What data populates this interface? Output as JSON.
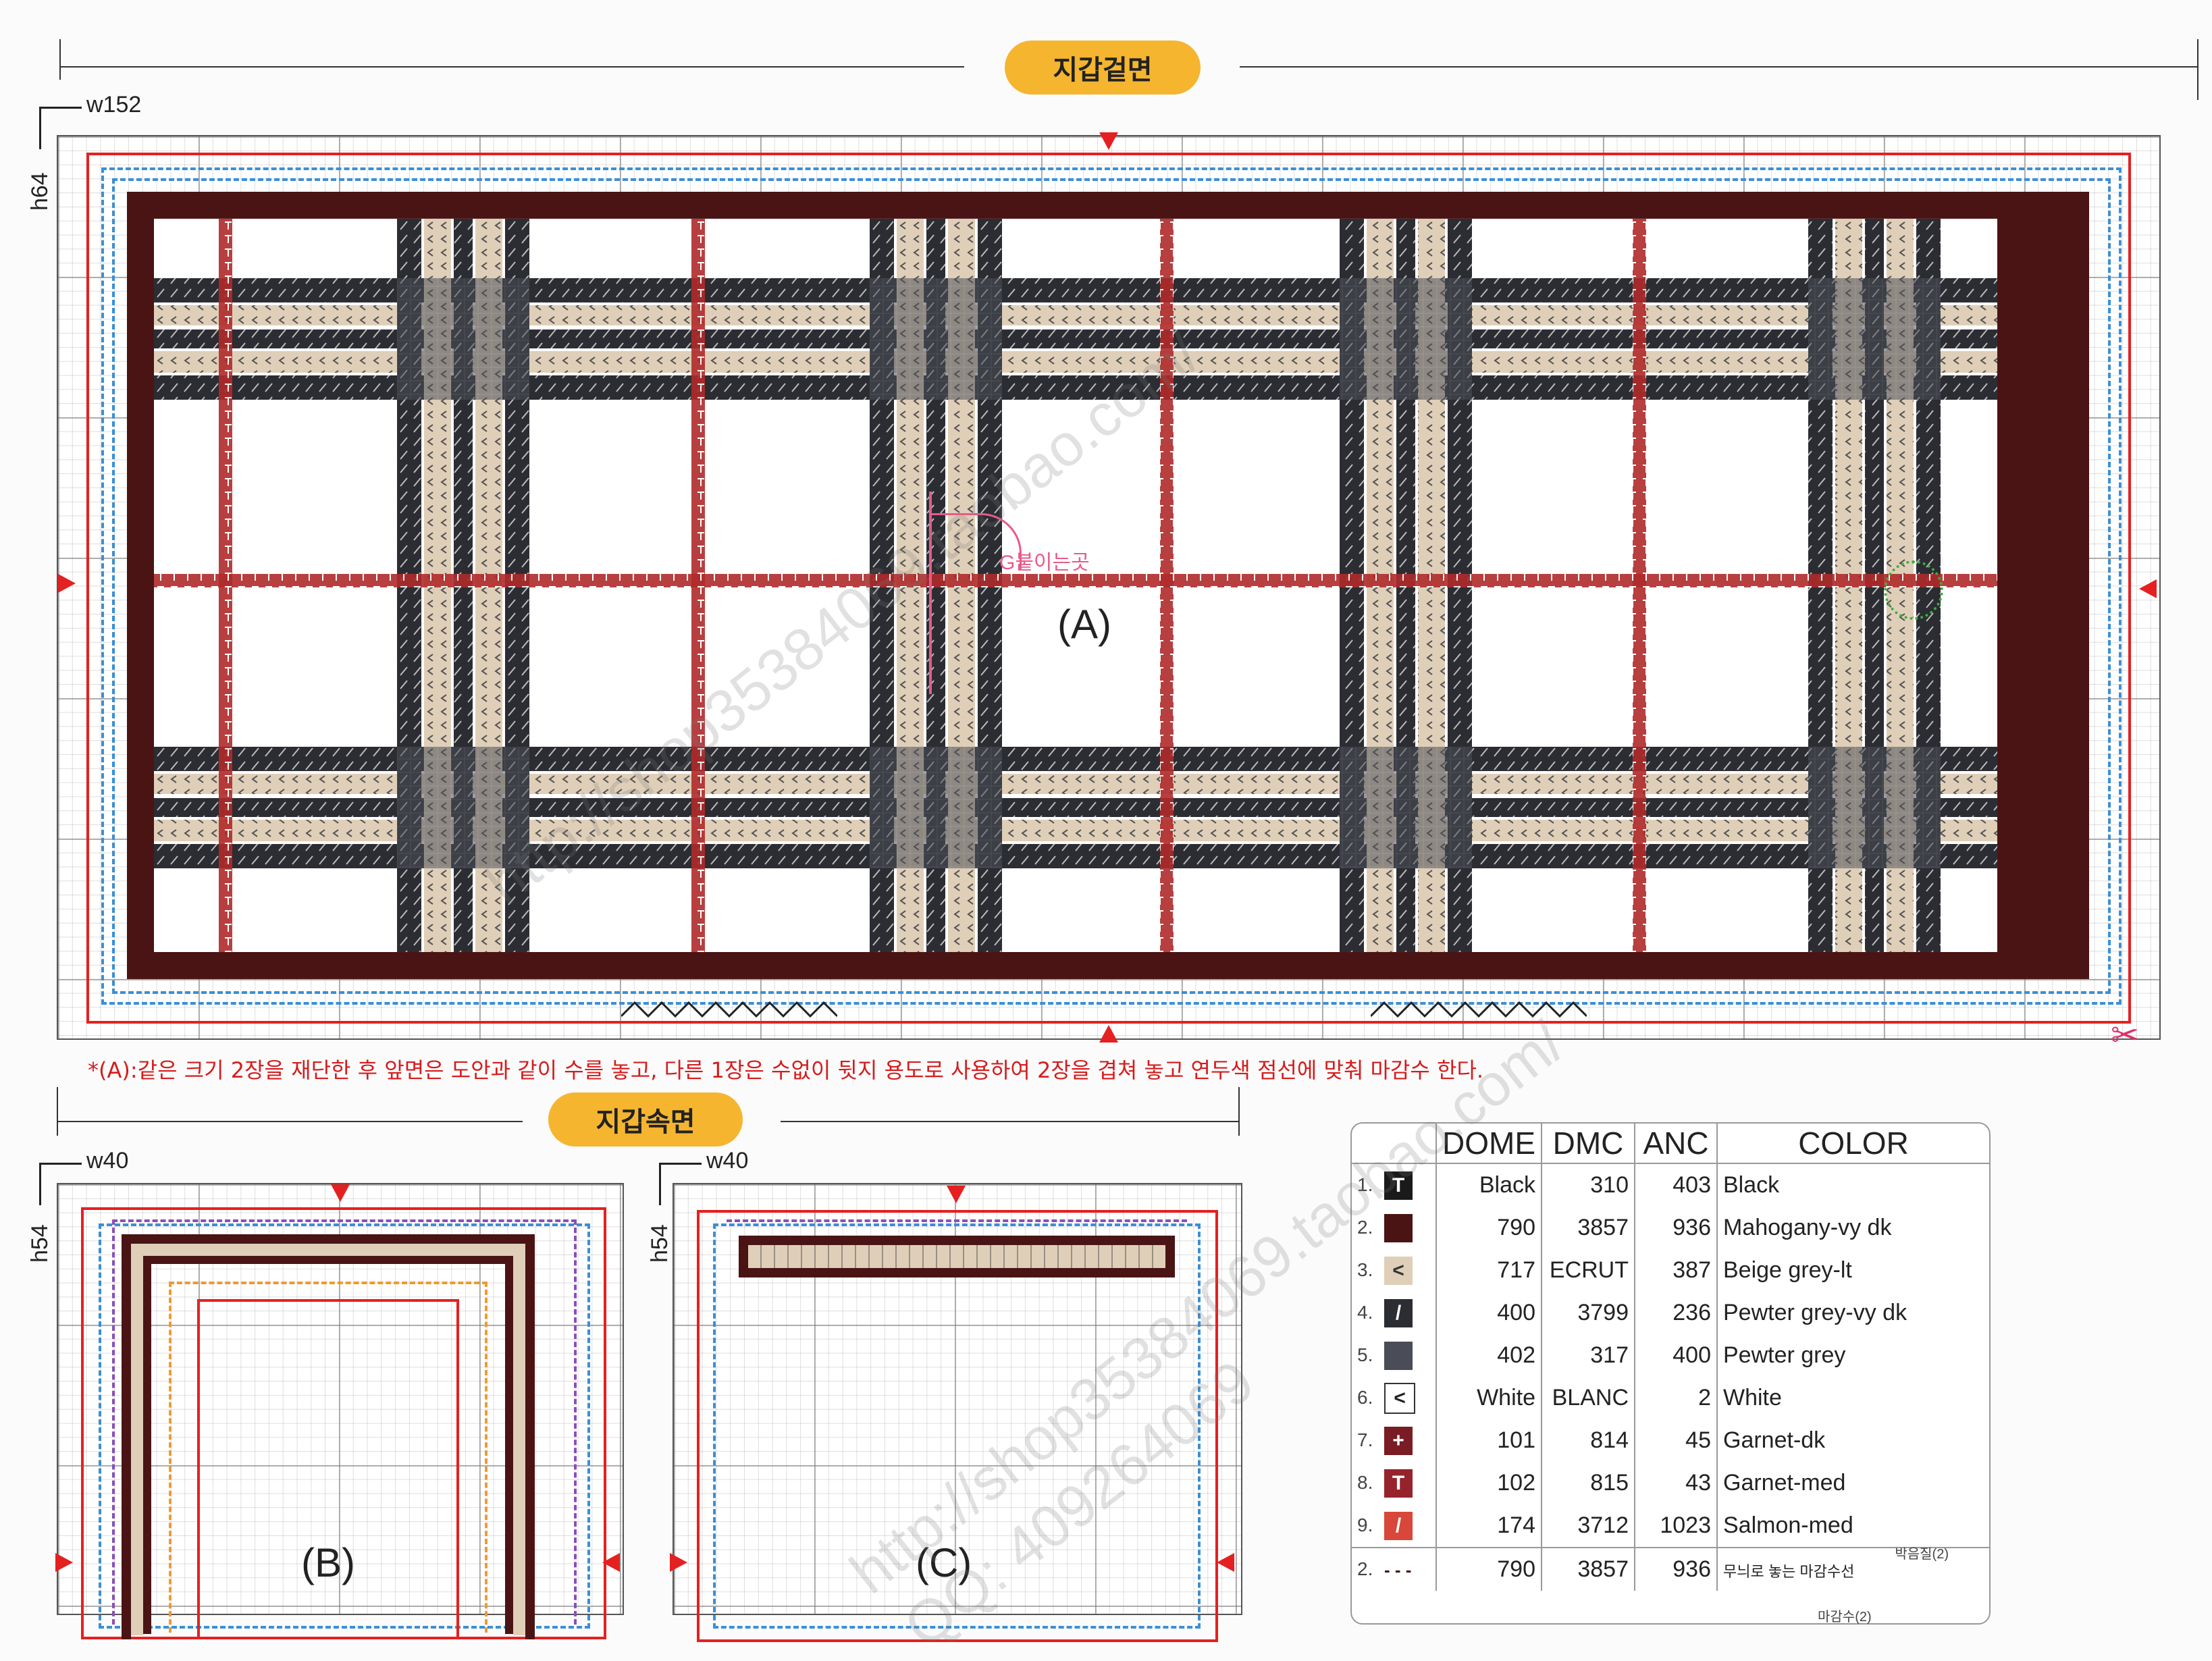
{
  "sections": {
    "outer": {
      "title": "지갑겉면",
      "width_label": "w152",
      "height_label": "h64",
      "piece_label": "(A)",
      "attach_label": "G붙이는곳"
    },
    "inner": {
      "title": "지갑속면"
    },
    "piece_b": {
      "width_label": "w40",
      "height_label": "h54",
      "piece_label": "(B)"
    },
    "piece_c": {
      "width_label": "w40",
      "height_label": "h54",
      "piece_label": "(C)"
    }
  },
  "note": "*(A):같은 크기 2장을 재단한 후 앞면은 도안과 같이 수를 놓고, 다른 1장은 수없이 뒷지 용도로 사용하여 2장을 겹쳐 놓고 연두색  점선에 맞춰 마감수 한다.",
  "legend": {
    "headers": [
      "DOME",
      "DMC",
      "ANC",
      "COLOR"
    ],
    "rows": [
      {
        "idx": "1.",
        "symbol": "T",
        "swatch_color": "#1a1a1a",
        "symbol_color": "#ffffff",
        "dome": "Black",
        "dmc": "310",
        "anc": "403",
        "color": "Black"
      },
      {
        "idx": "2.",
        "symbol": "",
        "swatch_color": "#4a1414",
        "symbol_color": "#ffffff",
        "dome": "790",
        "dmc": "3857",
        "anc": "936",
        "color": "Mahogany-vy dk"
      },
      {
        "idx": "3.",
        "symbol": "<",
        "swatch_color": "#e0cfb8",
        "symbol_color": "#333333",
        "dome": "717",
        "dmc": "ECRUT",
        "anc": "387",
        "color": "Beige grey-lt"
      },
      {
        "idx": "4.",
        "symbol": "/",
        "swatch_color": "#2c2d33",
        "symbol_color": "#ffffff",
        "dome": "400",
        "dmc": "3799",
        "anc": "236",
        "color": "Pewter grey-vy dk"
      },
      {
        "idx": "5.",
        "symbol": "",
        "swatch_color": "#4a4d57",
        "symbol_color": "#ffffff",
        "dome": "402",
        "dmc": "317",
        "anc": "400",
        "color": "Pewter grey"
      },
      {
        "idx": "6.",
        "symbol": "<",
        "swatch_color": "#ffffff",
        "symbol_color": "#222222",
        "dome": "White",
        "dmc": "BLANC",
        "anc": "2",
        "color": "White"
      },
      {
        "idx": "7.",
        "symbol": "+",
        "swatch_color": "#7a1c24",
        "symbol_color": "#ffffff",
        "dome": "101",
        "dmc": "814",
        "anc": "45",
        "color": "Garnet-dk"
      },
      {
        "idx": "8.",
        "symbol": "T",
        "swatch_color": "#96222c",
        "symbol_color": "#ffffff",
        "dome": "102",
        "dmc": "815",
        "anc": "43",
        "color": "Garnet-med"
      },
      {
        "idx": "9.",
        "symbol": "/",
        "swatch_color": "#d9463a",
        "symbol_color": "#ffffff",
        "dome": "174",
        "dmc": "3712",
        "anc": "1023",
        "color": "Salmon-med"
      },
      {
        "idx": "2.",
        "symbol": "- - -",
        "swatch_color": "transparent",
        "symbol_color": "#4a1414",
        "dome": "790",
        "dmc": "3857",
        "anc": "936",
        "color": "무늬로 놓는 마감수선",
        "sup": "박음질(2)"
      }
    ],
    "footer_partial": "마감수(2)"
  },
  "watermarks": [
    "http://shop35384069.taobao.com/",
    "QQ: 409264069"
  ],
  "colors": {
    "accent_pill": "#f5b52f",
    "cut_line": "#e52020",
    "seam_blue": "#3a8fd6",
    "border_mahogany": "#4a1414",
    "plaid_dark": "#2c2d33",
    "plaid_grey": "#4a4d57",
    "plaid_beige": "#e0cfb8",
    "plaid_red": "#b02a2a"
  }
}
